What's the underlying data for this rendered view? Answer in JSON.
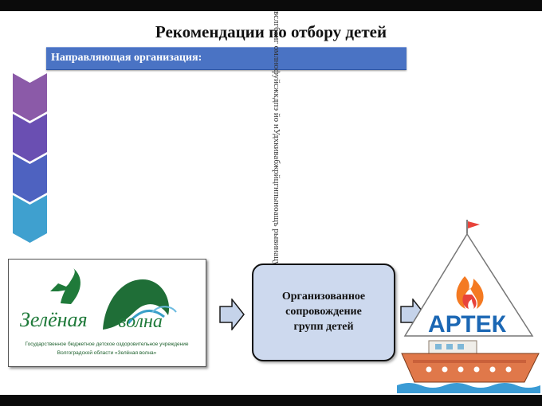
{
  "title": "Рекомендации по отбору детей",
  "banner": {
    "label": "Направляющая организация:"
  },
  "vertical_text": "вслгбаиг омлнофуйсжкдпэ йо нУдхкивабжрйцгнпыноащъ рывинацусжэтпнгк",
  "logo": {
    "word1": "Зелёная",
    "word2": "волна",
    "caption_line1": "Государственное бюджетное детское оздоровительное учреждение",
    "caption_line2": "Волгоградской области «Зелёная волна»"
  },
  "center_box": {
    "line1": "Организованное",
    "line2": "сопровождение",
    "line3": "групп детей"
  },
  "artek": {
    "label": "АРТЕК"
  },
  "colors": {
    "banner": "#4a73c4",
    "chevron1": "#8b5aa8",
    "chevron2": "#6a4fb2",
    "chevron3": "#4e62c0",
    "chevron4": "#3fa0cf",
    "arrow_fill": "#c5d3ea",
    "center_box": "#cdd9ee"
  }
}
